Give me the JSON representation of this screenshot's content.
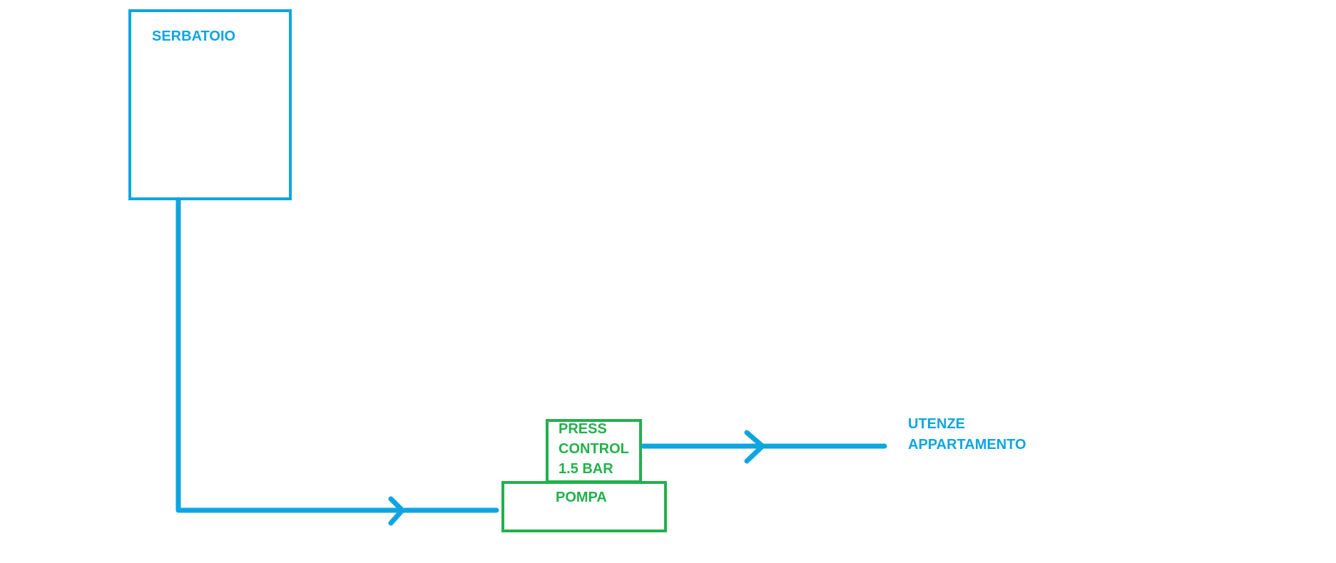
{
  "colors": {
    "pipe": "#0ea5e0",
    "component": "#22b14c",
    "background": "#ffffff"
  },
  "nodes": {
    "tank": {
      "label": "SERBATOIO"
    },
    "press_control": {
      "label_lines": [
        "PRESS",
        "CONTROL",
        "1.5 BAR"
      ]
    },
    "pump": {
      "label": "POMPA"
    },
    "outlet": {
      "label_lines": [
        "UTENZE",
        "APPARTAMENTO"
      ]
    }
  },
  "edges": [
    {
      "from": "tank",
      "to": "pump"
    },
    {
      "from": "press_control",
      "to": "outlet"
    }
  ]
}
